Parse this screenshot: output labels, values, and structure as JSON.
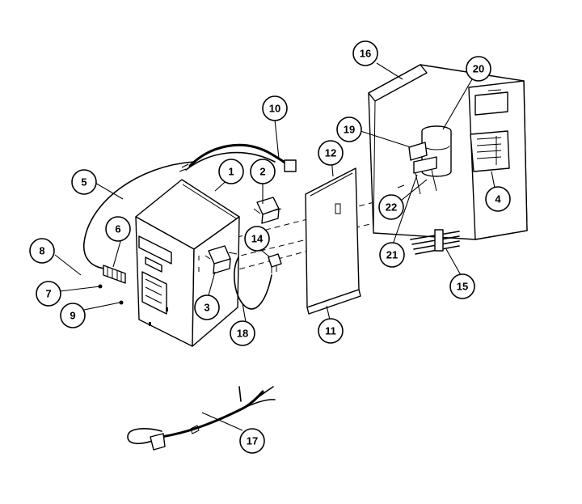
{
  "callouts": {
    "c1": "1",
    "c2": "2",
    "c3": "3",
    "c4": "4",
    "c5": "5",
    "c6": "6",
    "c7": "7",
    "c8": "8",
    "c9": "9",
    "c10": "10",
    "c11": "11",
    "c12": "12",
    "c14": "14",
    "c15": "15",
    "c16": "16",
    "c17": "17",
    "c18": "18",
    "c19": "19",
    "c20": "20",
    "c21": "21",
    "c22": "22"
  }
}
